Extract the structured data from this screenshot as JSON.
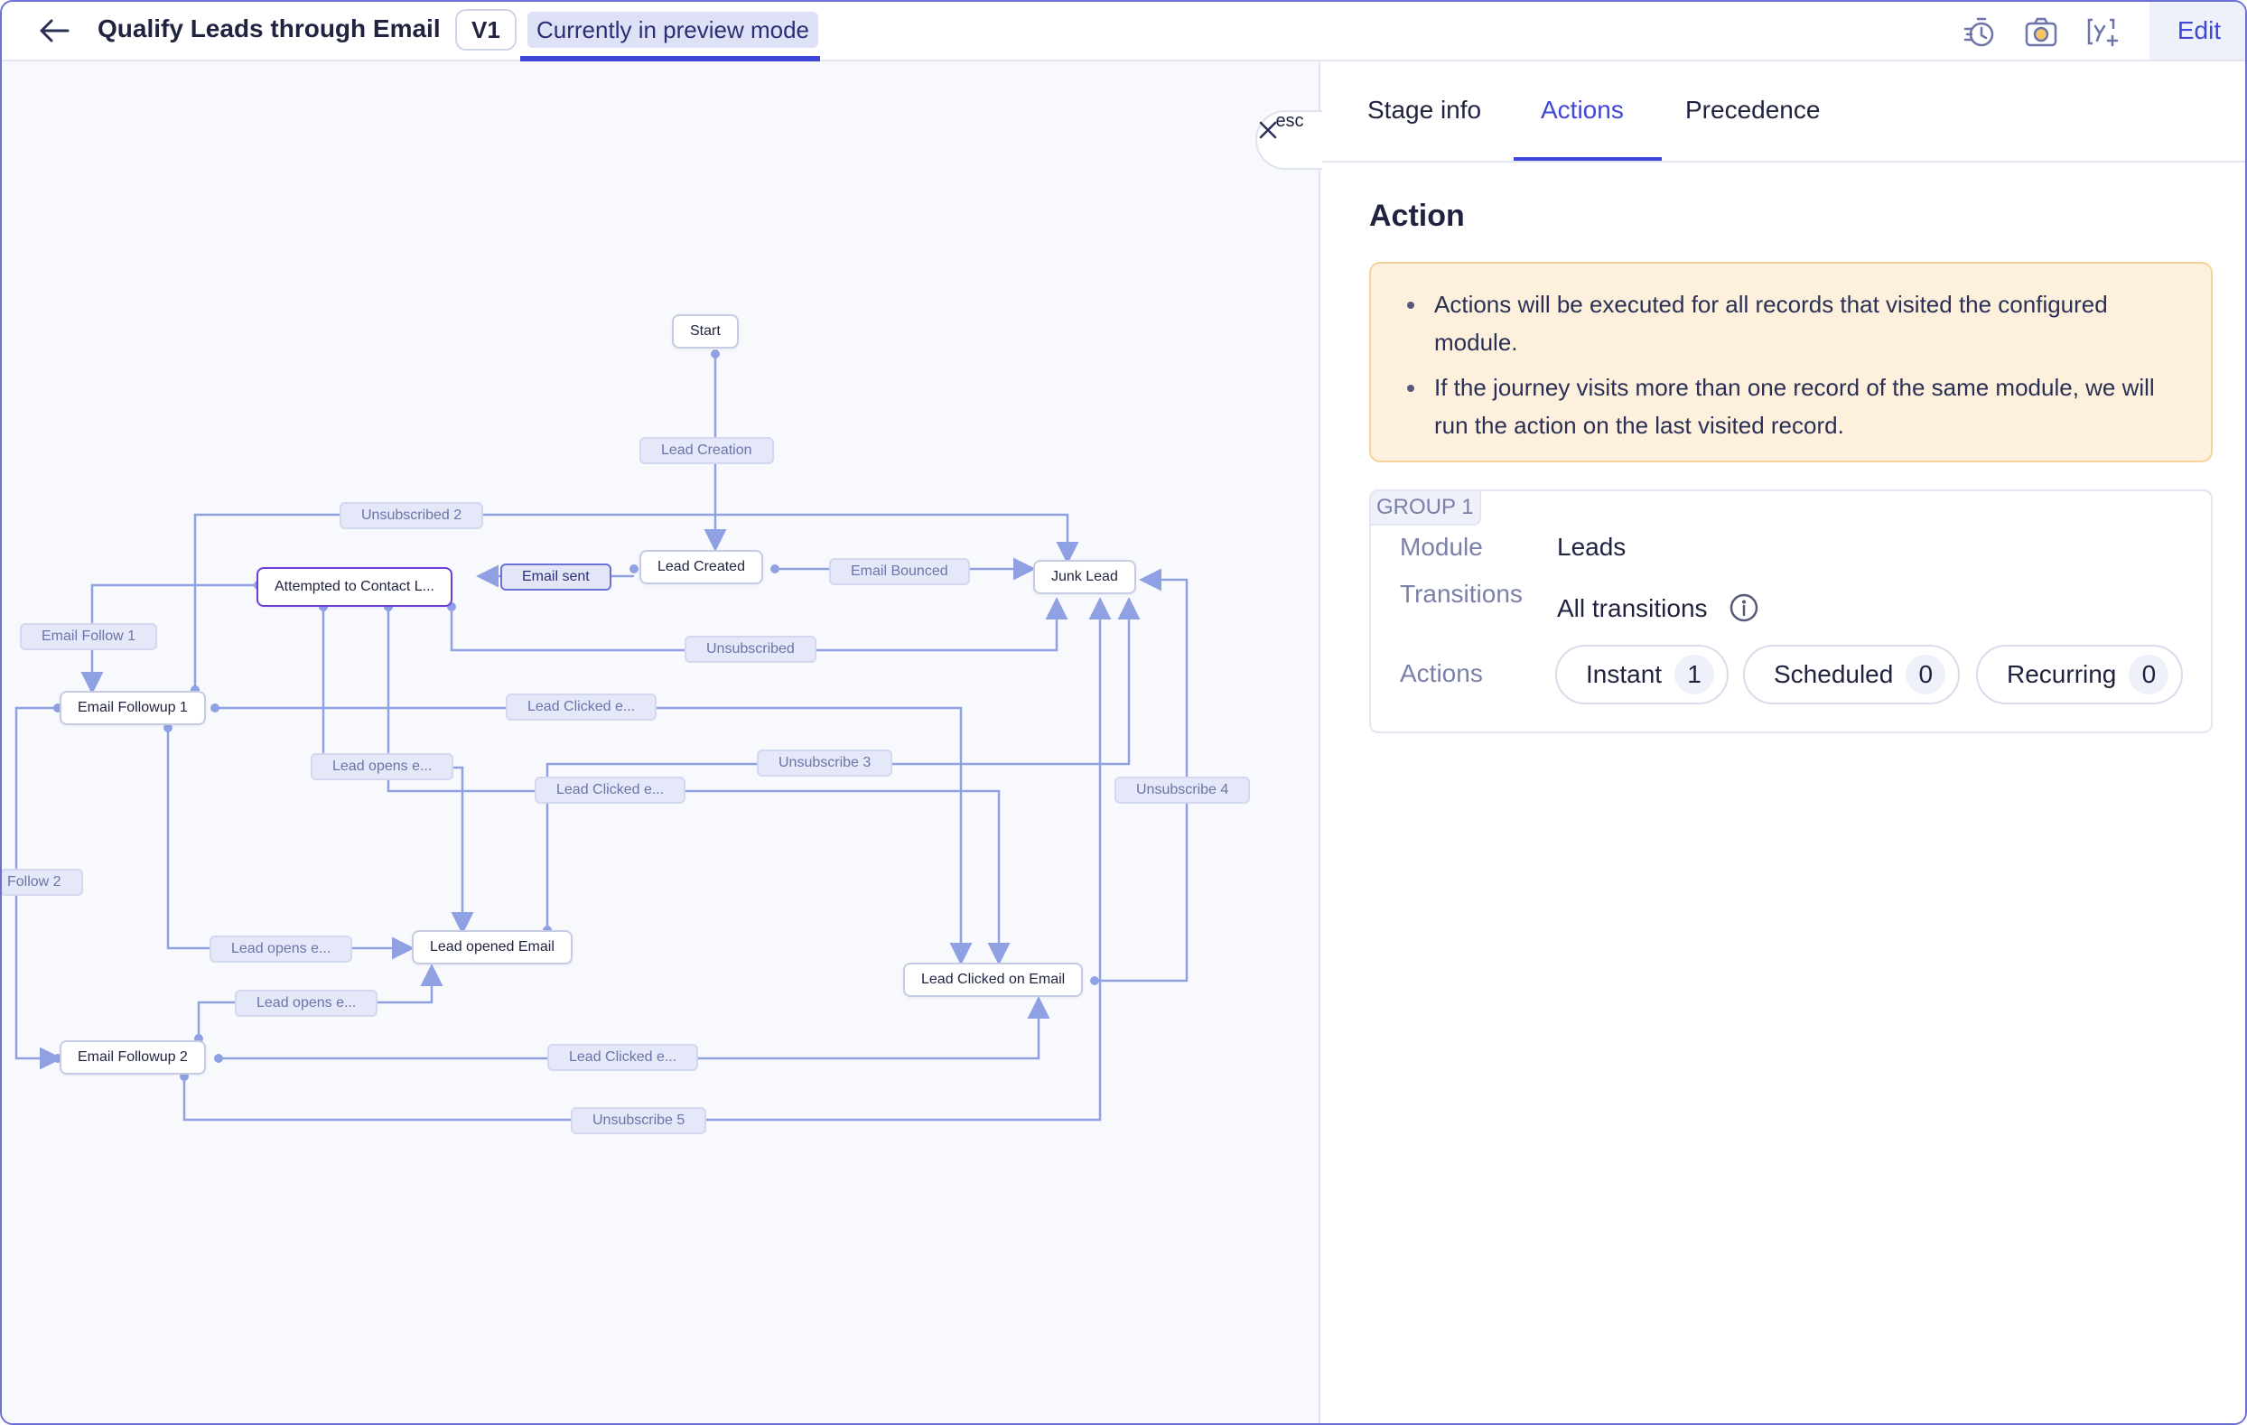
{
  "header": {
    "title": "Qualify Leads through Email",
    "version": "V1",
    "preview_label": "Currently in preview mode",
    "edit_label": "Edit"
  },
  "canvas": {
    "esc_label": "esc",
    "nodes": {
      "start": "Start",
      "lead_created": "Lead Created",
      "junk_lead": "Junk Lead",
      "attempted": "Attempted to Contact L...",
      "email_followup_1": "Email Followup 1",
      "email_followup_2": "Email Followup 2",
      "lead_opened_email": "Lead opened Email",
      "lead_clicked_on_email": "Lead Clicked on Email"
    },
    "edges": {
      "lead_creation": "Lead Creation",
      "unsubscribed_2": "Unsubscribed 2",
      "email_sent": "Email sent",
      "email_bounced": "Email Bounced",
      "email_follow_1": "Email Follow 1",
      "unsubscribed": "Unsubscribed",
      "lead_clicked_1": "Lead Clicked e...",
      "lead_opens_1": "Lead opens e...",
      "unsubscribe_3": "Unsubscribe 3",
      "lead_clicked_2": "Lead Clicked e...",
      "unsubscribe_4": "Unsubscribe 4",
      "follow_2": "Follow 2",
      "lead_opens_2": "Lead opens e...",
      "lead_opens_3": "Lead opens e...",
      "lead_clicked_3": "Lead Clicked e...",
      "unsubscribe_5": "Unsubscribe 5"
    }
  },
  "panel": {
    "tabs": [
      "Stage info",
      "Actions",
      "Precedence"
    ],
    "active_tab": "Actions",
    "section_title": "Action",
    "notices": [
      "Actions will be executed for all records that visited the configured module.",
      "If the journey visits more than one record of the same module, we will run the action on the last visited record."
    ],
    "group": {
      "tag": "GROUP 1",
      "module_label": "Module",
      "module_value": "Leads",
      "transitions_label": "Transitions",
      "transitions_value": "All transitions",
      "actions_label": "Actions",
      "actions": [
        {
          "label": "Instant",
          "count": "1"
        },
        {
          "label": "Scheduled",
          "count": "0"
        },
        {
          "label": "Recurring",
          "count": "0"
        }
      ]
    }
  },
  "colors": {
    "accent": "#3f46d8",
    "connector": "#8fa1e3",
    "notice_bg": "#fdf1dd",
    "frame": "#6b6fd6"
  },
  "icons": [
    "back-arrow-icon",
    "timer-icon",
    "camera-icon",
    "variable-icon",
    "close-icon",
    "info-icon"
  ]
}
